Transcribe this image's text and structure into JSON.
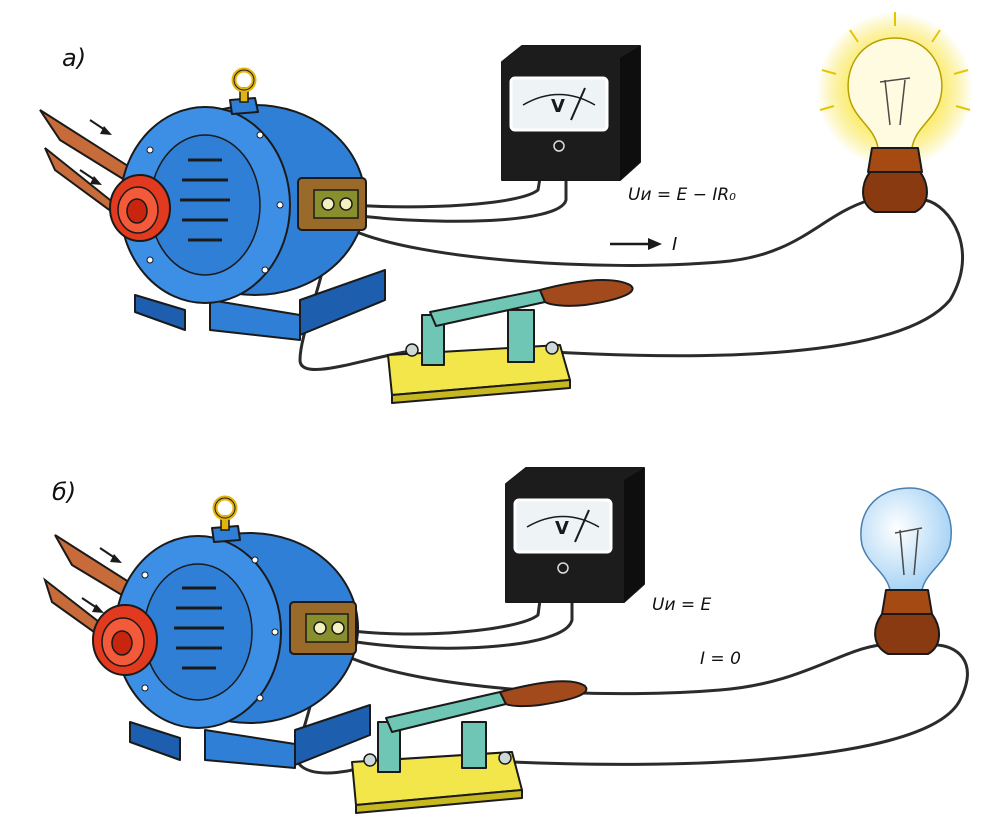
{
  "panels": [
    {
      "id": "a",
      "label": "а)",
      "meter": {
        "symbol": "V"
      },
      "formula": "Uи = E − IR₀",
      "current_label": "I",
      "lamp_lit": true,
      "switch_closed": true
    },
    {
      "id": "b",
      "label": "б)",
      "meter": {
        "symbol": "V"
      },
      "formula": "Uи = E",
      "current_label": "I = 0",
      "lamp_lit": false,
      "switch_closed": false
    }
  ],
  "colors": {
    "generator": "#2f7fd6",
    "generator_dark": "#1d5fae",
    "pulley": "#e23a1e",
    "belt": "#c86b3a",
    "terminal_box": "#9a6a2a",
    "terminal_plate": "#8a8f2e",
    "meter_case": "#1c1c1c",
    "switch_base": "#f2e64a",
    "switch_blade": "#6fc6b4",
    "switch_handle": "#a34a1c",
    "lamp_socket": "#a64a14",
    "lamp_glow": "#f7e13a",
    "lamp_glass_off": "#cfe8ff"
  }
}
